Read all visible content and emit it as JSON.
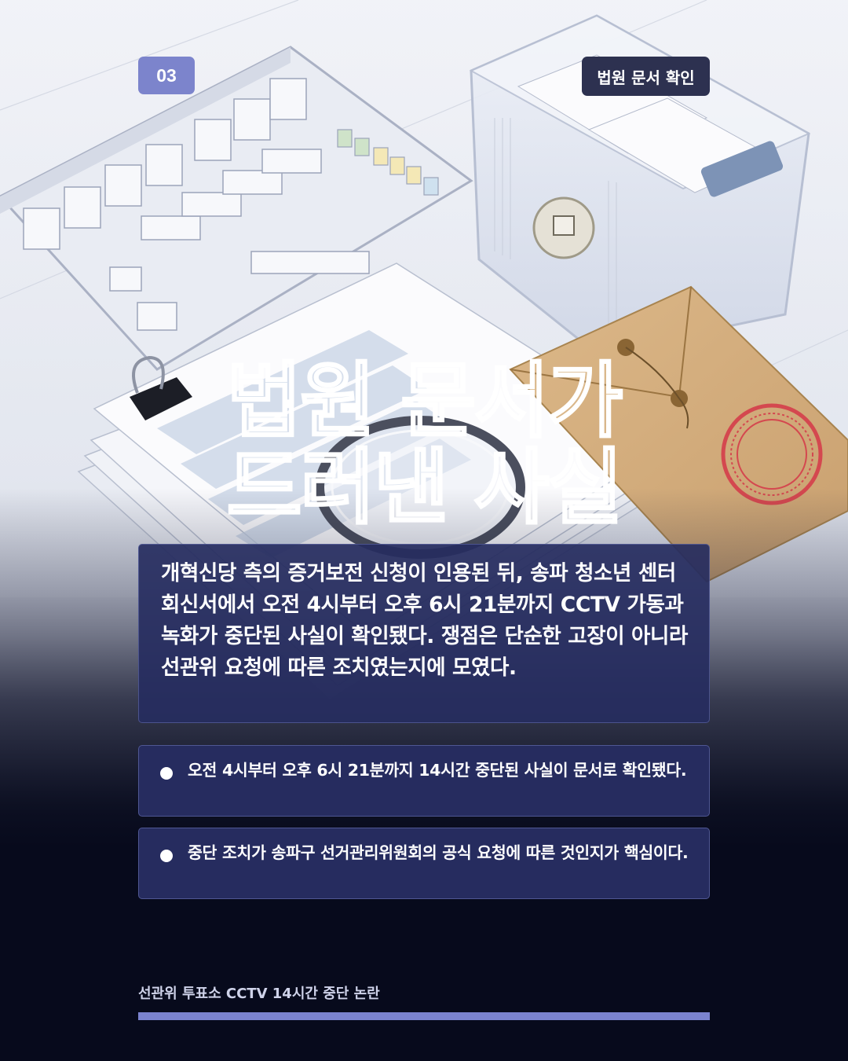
{
  "badge": {
    "number": "03",
    "color": "#7c84cc"
  },
  "tag": {
    "label": "법원 문서 확인"
  },
  "title": {
    "line1": "법원 문서가",
    "line2": "드러낸 사실"
  },
  "summary": {
    "text": "개혁신당 측의 증거보전 신청이 인용된 뒤, 송파 청소년 센터 회신서에서 오전 4시부터 오후 6시 21분까지 CCTV 가동과 녹화가 중단된 사실이 확인됐다. 쟁점은 단순한 고장이 아니라 선관위 요청에 따른 조치였는지에 모였다."
  },
  "points": [
    {
      "icon": "bullet-dot-icon",
      "text": "오전 4시부터 오후 6시 21분까지 14시간 중단된 사실이 문서로 확인됐다."
    },
    {
      "icon": "bullet-dot-icon",
      "text": "중단 조치가 송파구 선거관리위원회의 공식 요청에 따른 것인지가 핵심이다."
    }
  ],
  "footer": {
    "series_title": "선관위 투표소 CCTV 14시간 중단 논란",
    "accent_color": "#7b83cf"
  },
  "colors": {
    "background": "#070a1c",
    "card": "#262c5f"
  }
}
